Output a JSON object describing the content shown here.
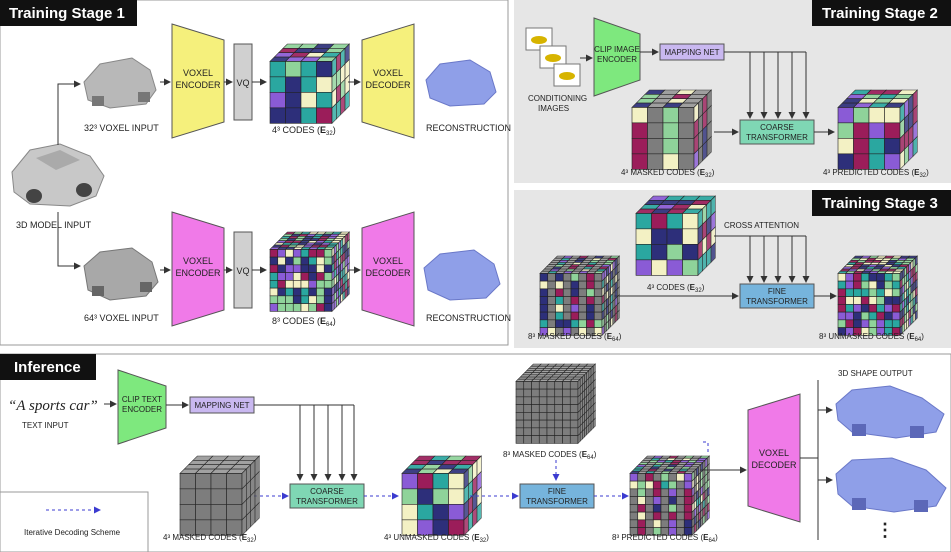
{
  "colors": {
    "yellow_block": "#f5f07c",
    "magenta_block": "#f07ae8",
    "vq_block": "#d0d0d0",
    "green_block": "#7ee87e",
    "mapping_net": "#c9b8f0",
    "coarse_transformer": "#7fd7b4",
    "fine_transformer": "#76b4dc",
    "panel_gray": "#e6e6e6",
    "header_bg": "#111111",
    "code_teal": "#2aa7a0",
    "code_green": "#8fd39a",
    "code_navy": "#2d2f7a",
    "code_purple": "#8a5bd6",
    "code_maroon": "#9b1d5a",
    "code_cream": "#f3f1c4",
    "masked_gray": "#7d7d7d",
    "voxel_blue": "#8f9fe8"
  },
  "stage1": {
    "title": "Training Stage 1",
    "input_3d": "3D MODEL INPUT",
    "voxel32": "32³ VOXEL INPUT",
    "voxel64": "64³ VOXEL INPUT",
    "voxel_encoder_l1": "VOXEL",
    "voxel_encoder_l2": "ENCODER",
    "vq": "VQ",
    "codes4": "4³ CODES (",
    "codes4_sym": "E",
    "codes4_sub": "32",
    "codes8": "8³ CODES (",
    "codes8_sym": "E",
    "codes8_sub": "64",
    "voxel_decoder_l1": "VOXEL",
    "voxel_decoder_l2": "DECODER",
    "recon": "RECONSTRUCTION"
  },
  "stage2": {
    "title": "Training Stage 2",
    "clip_l1": "CLIP IMAGE",
    "clip_l2": "ENCODER",
    "mapping": "MAPPING NET",
    "cond_l1": "CONDITIONING",
    "cond_l2": "IMAGES",
    "coarse_l1": "COARSE",
    "coarse_l2": "TRANSFORMER",
    "masked": "4³ MASKED CODES (",
    "masked_sym": "E",
    "masked_sub": "32",
    "predicted": "4³ PREDICTED CODES (",
    "predicted_sym": "E",
    "predicted_sub": "32"
  },
  "stage3": {
    "title": "Training Stage 3",
    "cross": "CROSS ATTENTION",
    "codes": "4³ CODES (",
    "codes_sym": "E",
    "codes_sub": "32",
    "fine_l1": "FINE",
    "fine_l2": "TRANSFORMER",
    "masked": "8³ MASKED CODES (",
    "masked_sym": "E",
    "masked_sub": "64",
    "unmasked": "8³ UNMASKED CODES (",
    "unmasked_sym": "E",
    "unmasked_sub": "64"
  },
  "inference": {
    "title": "Inference",
    "prompt": "“A sports car”",
    "text_input": "TEXT INPUT",
    "clip_l1": "CLIP TEXT",
    "clip_l2": "ENCODER",
    "mapping": "MAPPING NET",
    "coarse_l1": "COARSE",
    "coarse_l2": "TRANSFORMER",
    "masked4": "4³ MASKED CODES (",
    "masked4_sym": "E",
    "masked4_sub": "32",
    "unmasked4": "4³ UNMASKED CODES (",
    "unmasked4_sym": "E",
    "unmasked4_sub": "32",
    "masked8": "8³ MASKED CODES (",
    "masked8_sym": "E",
    "masked8_sub": "64",
    "fine_l1": "FINE",
    "fine_l2": "TRANSFORMER",
    "predicted8": "8³ PREDICTED CODES (",
    "predicted8_sym": "E",
    "predicted8_sub": "64",
    "decoder_l1": "VOXEL",
    "decoder_l2": "DECODER",
    "output": "3D SHAPE OUTPUT",
    "legend": "Iterative Decoding Scheme",
    "dots": "⋮"
  }
}
